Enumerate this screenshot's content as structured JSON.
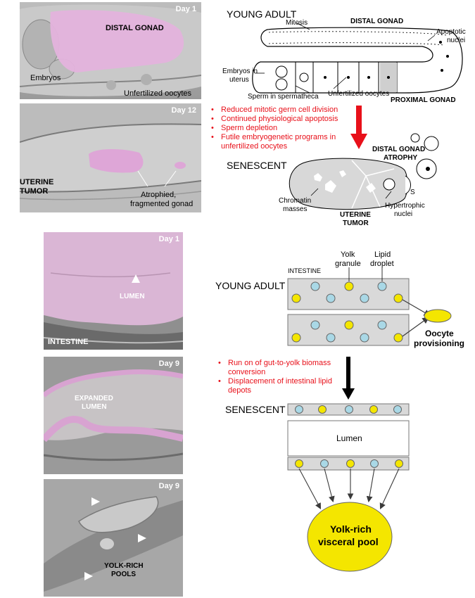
{
  "panels": {
    "p1": {
      "day": "Day 1",
      "label_main": "DISTAL GONAD",
      "label_left": "Embryos",
      "label_bottom": "Unfertilized oocytes"
    },
    "p2": {
      "day": "Day 12",
      "label_left_1": "UTERINE",
      "label_left_2": "TUMOR",
      "label_right_1": "Atrophied,",
      "label_right_2": "fragmented gonad"
    },
    "p3": {
      "day": "Day 1",
      "label_main": "LUMEN",
      "label_bottom": "INTESTINE"
    },
    "p4": {
      "day": "Day 9",
      "label_main_1": "EXPANDED",
      "label_main_2": "LUMEN"
    },
    "p5": {
      "day": "Day 9",
      "label_main_1": "YOLK-RICH",
      "label_main_2": "POOLS"
    }
  },
  "gonad": {
    "young_title": "YOUNG ADULT",
    "distal": "DISTAL GONAD",
    "mitosis": "Mitosis",
    "apoptotic_1": "Apoptotic",
    "apoptotic_2": "nuclei",
    "embryos_1": "Embryos in",
    "embryos_2": "uterus",
    "sperm": "Sperm in spermatheca",
    "unfert": "Unfertilized oocytes",
    "proximal": "PROXIMAL GONAD",
    "bullets": [
      "Reduced mitotic germ cell division",
      "Continued physiological apoptosis",
      "Sperm depletion",
      "Futile embryogenetic programs in",
      "unfertilized oocytes"
    ],
    "senescent_title": "SENESCENT",
    "atrophy_1": "DISTAL GONAD",
    "atrophy_2": "ATROPHY",
    "s_label": "S",
    "chromatin_1": "Chromatin",
    "chromatin_2": "masses",
    "tumor_1": "UTERINE",
    "tumor_2": "TUMOR",
    "hyper_1": "Hypertrophic",
    "hyper_2": "nuclei"
  },
  "intestine": {
    "yolk_1": "Yolk",
    "yolk_2": "granule",
    "lipid_1": "Lipid",
    "lipid_2": "droplet",
    "intestine_label": "INTESTINE",
    "young_title": "YOUNG ADULT",
    "oocyte_1": "Oocyte",
    "oocyte_2": "provisioning",
    "bullets": [
      "Run on of gut-to-yolk biomass",
      "conversion",
      "Displacement of intestinal lipid",
      "depots"
    ],
    "senescent_title": "SENESCENT",
    "lumen": "Lumen",
    "pool_1": "Yolk-rich",
    "pool_2": "visceral pool"
  },
  "colors": {
    "red": "#e8101a",
    "yolk": "#f4e600",
    "lipid": "#a9d8e6",
    "tissue": "#d9d9d9",
    "pink": "#dea6d7"
  }
}
